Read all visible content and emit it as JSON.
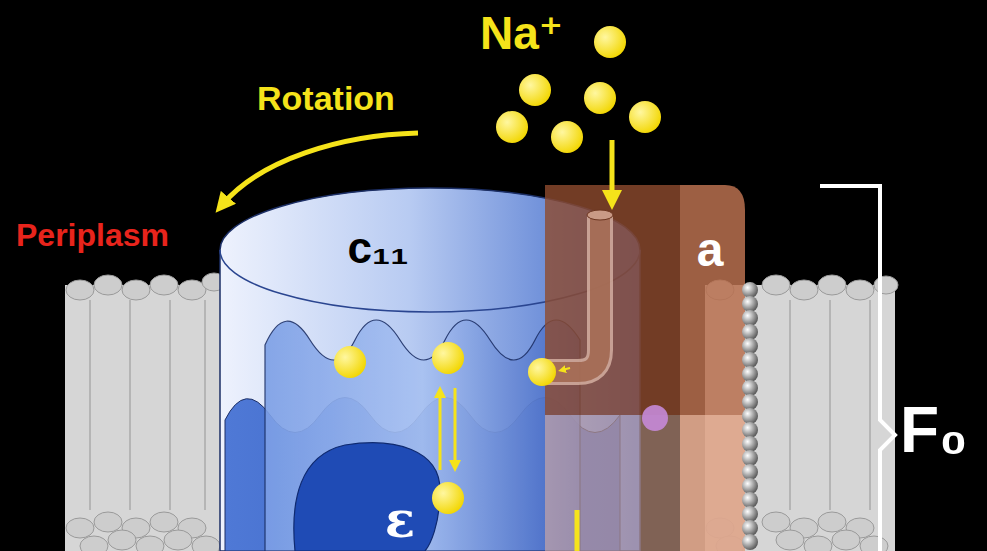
{
  "diagram": {
    "nodes": [
      {
        "text": [
          "c₁₁"
        ]
      },
      {
        "text": [
          "a"
        ]
      },
      {
        "text": [
          "ε"
        ],
        "in": 0
      }
    ],
    "labels": [
      "Na⁺",
      "Rotation",
      "Periplasm",
      "F₀"
    ]
  }
}
